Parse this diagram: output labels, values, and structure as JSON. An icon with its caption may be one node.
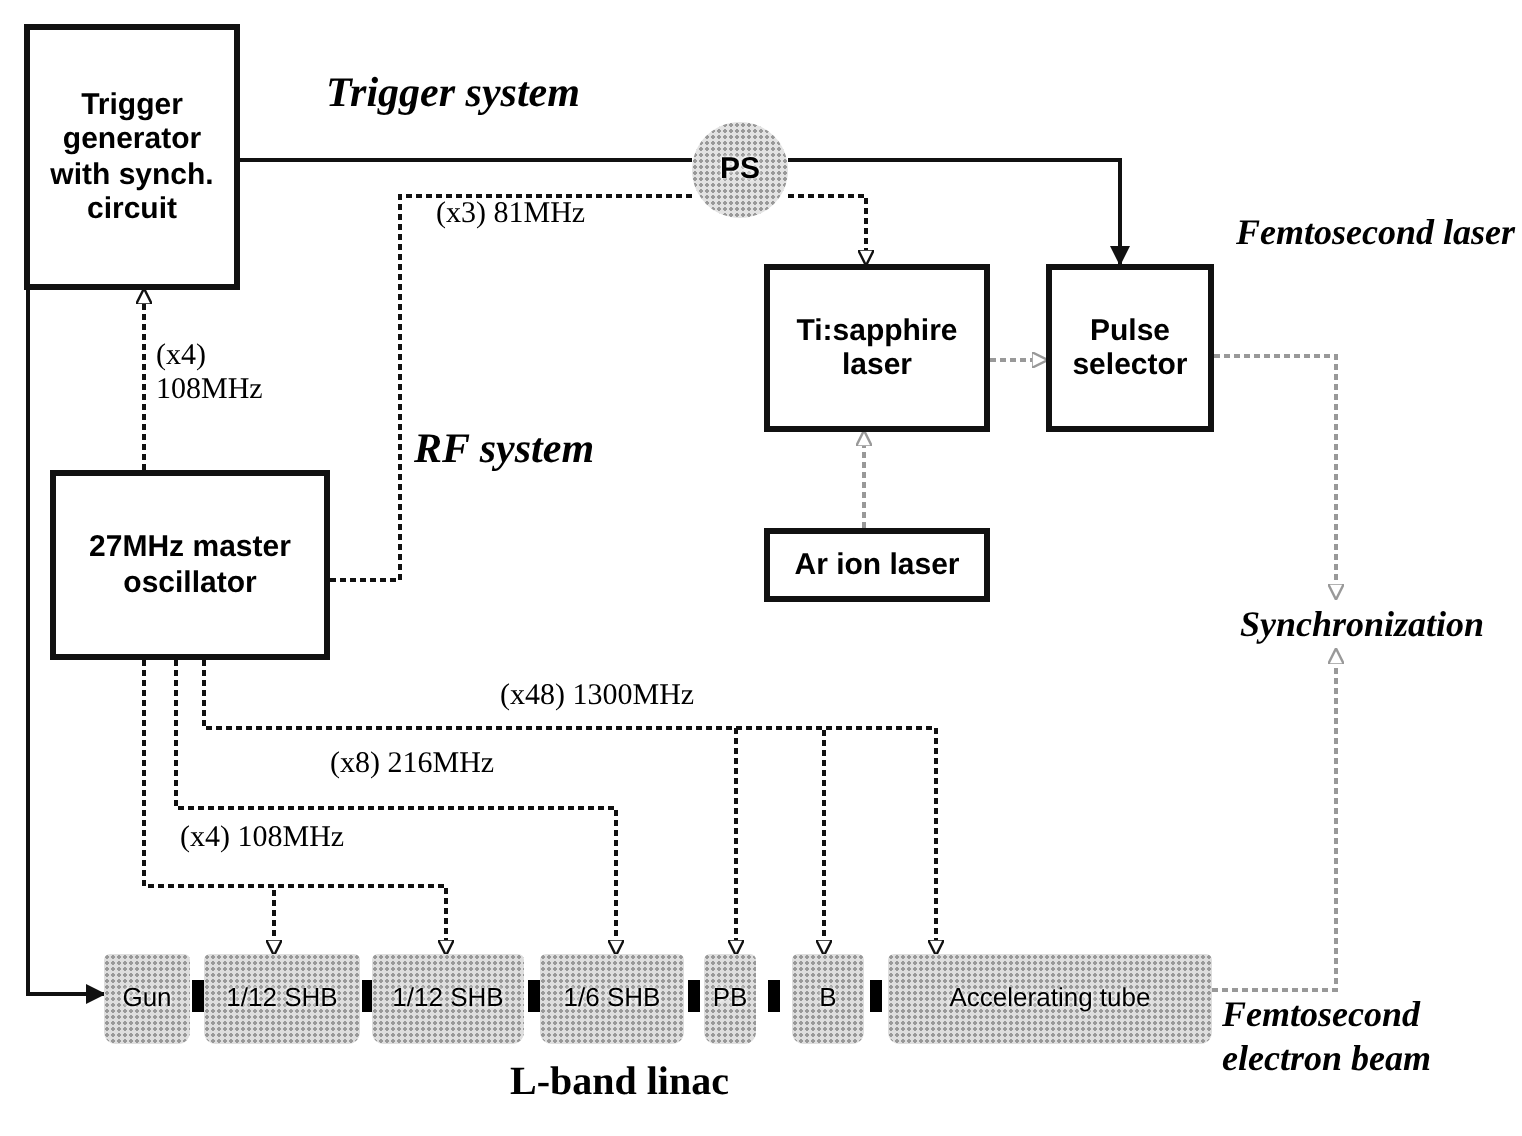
{
  "diagram": {
    "nodes": [
      {
        "text": [
          "Trigger generator with synch. circuit"
        ]
      },
      {
        "text": [
          "PS"
        ]
      },
      {
        "text": [
          "Ti:sapphire laser"
        ]
      },
      {
        "text": [
          "Pulse selector"
        ]
      },
      {
        "text": [
          "Ar ion laser"
        ]
      },
      {
        "text": [
          "27MHz master oscillator"
        ]
      },
      {
        "text": [
          "Gun"
        ]
      },
      {
        "text": [
          "1/12 SHB"
        ]
      },
      {
        "text": [
          "1/12 SHB"
        ]
      },
      {
        "text": [
          "1/6 SHB"
        ]
      },
      {
        "text": [
          "PB"
        ]
      },
      {
        "text": [
          "B"
        ]
      },
      {
        "text": [
          "Accelerating tube"
        ]
      },
      {
        "text": [
          "Synchronization"
        ]
      }
    ],
    "edges": [
      {
        "from": 0,
        "to": 1,
        "arrow": "none"
      },
      {
        "from": 1,
        "to": 3,
        "arrow": "to"
      },
      {
        "from": 0,
        "to": 6,
        "arrow": "to"
      },
      {
        "from": 5,
        "to": 1,
        "arrow": "none",
        "label": "(x3) 81MHz",
        "style": "dashed"
      },
      {
        "from": 1,
        "to": 2,
        "arrow": "to",
        "style": "dashed"
      },
      {
        "from": 5,
        "to": 0,
        "arrow": "to",
        "label": "(x4) 108MHz",
        "style": "dashed"
      },
      {
        "from": 2,
        "to": 3,
        "arrow": "to",
        "style": "dashed",
        "color": "#999999"
      },
      {
        "from": 4,
        "to": 2,
        "arrow": "to",
        "style": "dashed",
        "color": "#999999"
      },
      {
        "from": 3,
        "to": 13,
        "arrow": "to",
        "style": "dashed",
        "color": "#999999"
      },
      {
        "from": 12,
        "to": 13,
        "arrow": "to",
        "style": "dashed",
        "color": "#999999"
      },
      {
        "from": 5,
        "to": 7,
        "arrow": "to",
        "label": "(x4) 108MHz",
        "style": "dashed"
      },
      {
        "from": 5,
        "to": 8,
        "arrow": "to",
        "style": "dashed"
      },
      {
        "from": 5,
        "to": 9,
        "arrow": "to",
        "label": "(x8) 216MHz",
        "style": "dashed"
      },
      {
        "from": 5,
        "to": 10,
        "arrow": "to",
        "label": "(x48) 1300MHz",
        "style": "dashed"
      },
      {
        "from": 5,
        "to": 11,
        "arrow": "to",
        "style": "dashed"
      },
      {
        "from": 5,
        "to": 12,
        "arrow": "to",
        "style": "dashed"
      }
    ],
    "labels": [
      "Trigger system",
      "Femtosecond laser",
      "RF system",
      "Femtosecond electron beam",
      "L-band linac"
    ]
  }
}
